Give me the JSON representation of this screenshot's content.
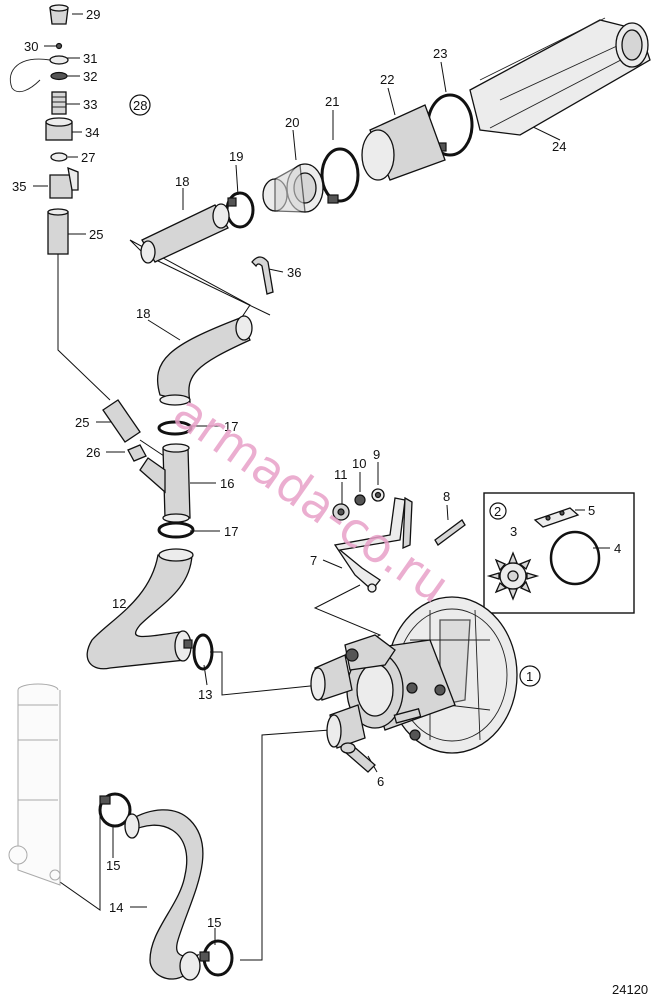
{
  "labels": {
    "p1": "1",
    "p2": "2",
    "p3": "3",
    "p4": "4",
    "p5": "5",
    "p6": "6",
    "p7": "7",
    "p8": "8",
    "p9": "9",
    "p10": "10",
    "p11": "11",
    "p12": "12",
    "p13": "13",
    "p14": "14",
    "p15a": "15",
    "p15b": "15",
    "p16": "16",
    "p17a": "17",
    "p17b": "17",
    "p18a": "18",
    "p18b": "18",
    "p19": "19",
    "p20": "20",
    "p21": "21",
    "p22": "22",
    "p23": "23",
    "p24": "24",
    "p25a": "25",
    "p25b": "25",
    "p26": "26",
    "p27": "27",
    "p28": "28",
    "p29": "29",
    "p30": "30",
    "p31": "31",
    "p32": "32",
    "p33": "33",
    "p34": "34",
    "p35": "35",
    "p36": "36"
  },
  "watermark": "armada-co.ru",
  "drawing_code": "24120"
}
